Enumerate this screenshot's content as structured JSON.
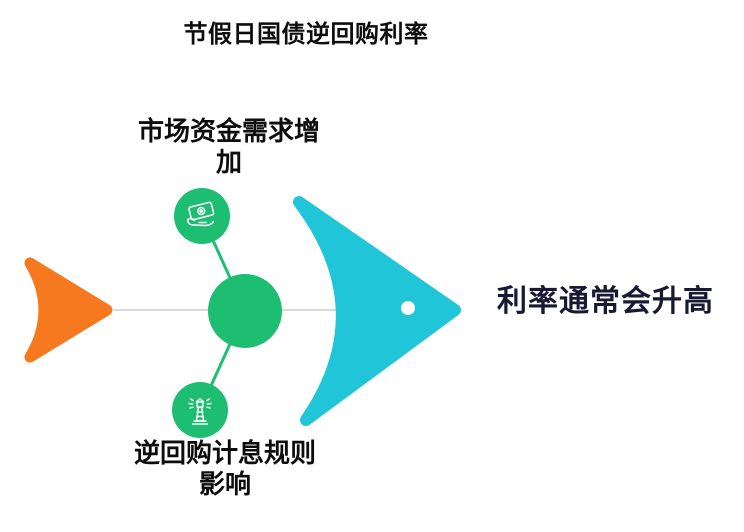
{
  "title": "节假日国债逆回购利率",
  "diagram": {
    "type": "fishbone",
    "causes": [
      {
        "label": "市场资金需求增加",
        "icon": "money-in-hand-icon",
        "position": "top"
      },
      {
        "label": "逆回购计息规则影响",
        "icon": "lighthouse-icon",
        "position": "bottom"
      }
    ],
    "effect": "利率通常会升高"
  },
  "colors": {
    "green": "#1ebe72",
    "teal": "#20c6d7",
    "orange": "#f6791f",
    "spine": "#d9d9d9",
    "title_text": "#0d0d0d",
    "effect_text": "#181a33",
    "icon_stroke": "#ffffff"
  }
}
